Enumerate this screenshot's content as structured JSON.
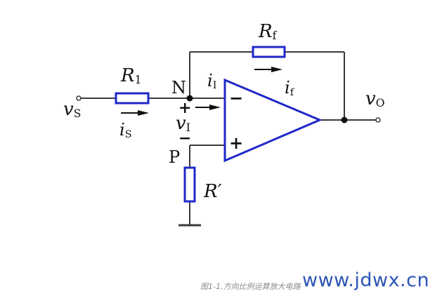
{
  "labels": {
    "rf": {
      "main": "R",
      "sub": "f"
    },
    "r1": {
      "main": "R",
      "sub": "1"
    },
    "iI": {
      "main": "i",
      "sub": "I"
    },
    "if": {
      "main": "i",
      "sub": "f"
    },
    "is": {
      "main": "i",
      "sub": "S"
    },
    "vs": {
      "main": "v",
      "sub": "S"
    },
    "vi": {
      "main": "v",
      "sub": "I"
    },
    "vo": {
      "main": "v",
      "sub": "O"
    },
    "rprime": "R′",
    "node_n": "N",
    "node_p": "P",
    "minus_input": "−",
    "plus_input": "+",
    "plus_vi": "+",
    "minus_vi": "−"
  },
  "caption": "图1-1.方向比例运算放大电路",
  "watermark": "www.jdwx.cn",
  "colors": {
    "component": "#1f28c8",
    "wire": "#3a3a3a",
    "text": "#111111"
  }
}
